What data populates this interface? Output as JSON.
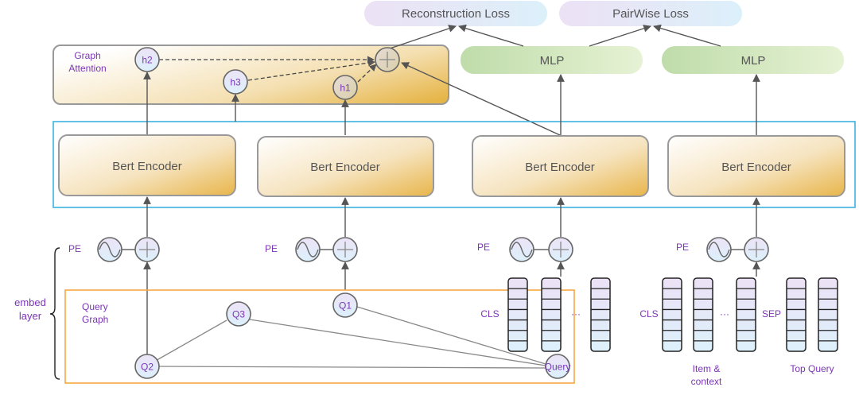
{
  "losses": {
    "reconstruction": "Reconstruction Loss",
    "pairwise": "PairWise Loss"
  },
  "graph_attention": {
    "label_line1": "Graph",
    "label_line2": "Attention",
    "nodes": [
      "h2",
      "h3",
      "h1"
    ],
    "aggregator": "+"
  },
  "mlp": [
    "MLP",
    "MLP"
  ],
  "encoders": [
    "Bert Encoder",
    "Bert Encoder",
    "Bert Encoder",
    "Bert Encoder"
  ],
  "pe_label": "PE",
  "embed_layer": {
    "line1": "embed",
    "line2": "layer"
  },
  "query_graph": {
    "label_line1": "Query",
    "label_line2": "Graph",
    "nodes": [
      "Q2",
      "Q3",
      "Q1",
      "Query"
    ]
  },
  "token_labels": {
    "cls": "CLS",
    "sep": "SEP",
    "ellipsis": "···",
    "item_context_line1": "Item &",
    "item_context_line2": "context",
    "top_query": "Top Query"
  },
  "colors": {
    "encoder_border_box": "#3bb3e0",
    "query_graph_border": "#f5a742",
    "label_purple": "#7b35b5",
    "encoder_gradient_end": "#e8b54a",
    "mlp_green": "#b9dba6"
  }
}
